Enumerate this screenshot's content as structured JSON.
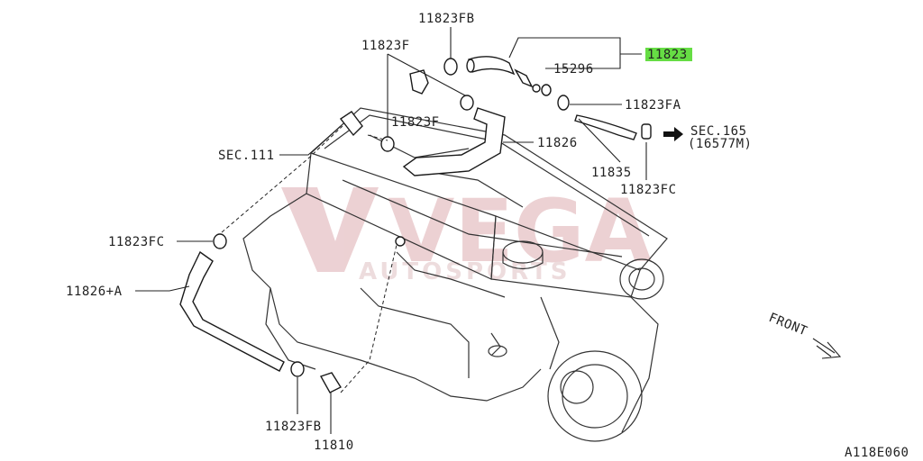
{
  "labels": {
    "p11823fb_top": "11823FB",
    "p11823f_a": "11823F",
    "p11823": "11823",
    "p15296": "15296",
    "p11823fa": "11823FA",
    "p11823f_b": "11823F",
    "p11826": "11826",
    "sec111": "SEC.111",
    "sec165": "SEC.165",
    "sec165_sub": "(16577M)",
    "p11835": "11835",
    "p11823fc_right": "11823FC",
    "p11823fc_left": "11823FC",
    "p11826a": "11826+A",
    "p11823fb_bottom": "11823FB",
    "p11810": "11810",
    "front": "FRONT",
    "diagram_code": "A118E060"
  },
  "watermark": {
    "main": "VEGA",
    "sub": "AUTOSPORTS"
  },
  "colors": {
    "highlight": "#66dd44",
    "watermark": "#e9c9cc",
    "line": "#222222"
  },
  "icons": {
    "direction_arrow": "arrow-right-icon",
    "front_arrow": "front-direction-icon"
  }
}
